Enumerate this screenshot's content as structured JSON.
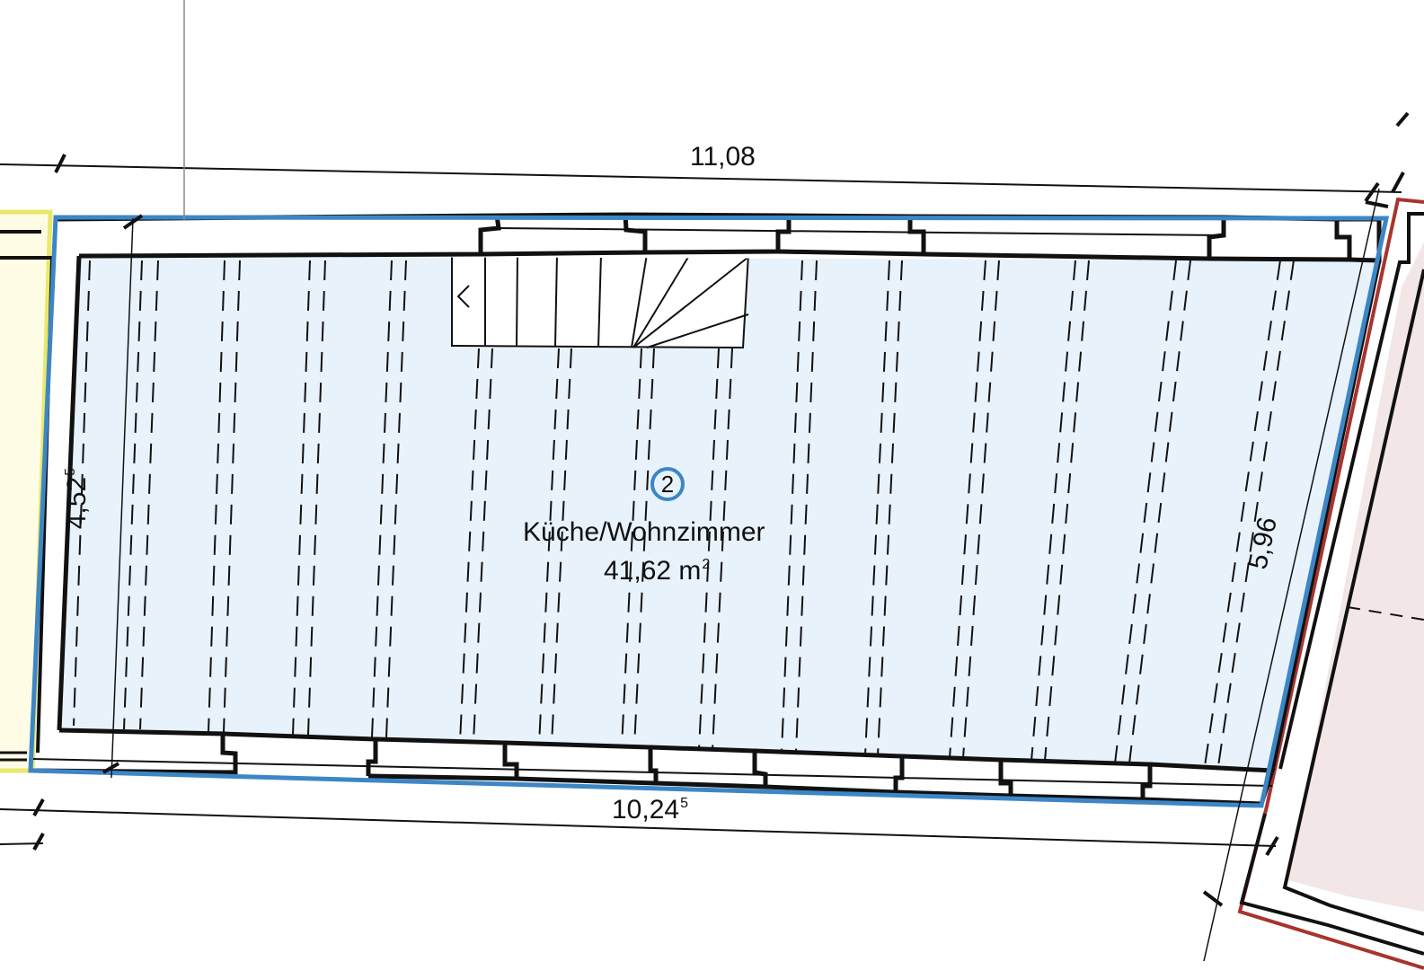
{
  "drawing": {
    "type": "floor-plan",
    "colors": {
      "room_fill": "#e8f2fb",
      "room_outline": "#3d86c6",
      "neighbor_left_fill": "#fffce6",
      "neighbor_left_outline": "#eae86a",
      "neighbor_right_fill": "#f2e6e6",
      "neighbor_right_outline": "#a8332e",
      "wall": "#111111"
    }
  },
  "room": {
    "number": "2",
    "name": "Küche/Wohnzimmer",
    "area_value": "41,62 m",
    "area_unit_sup": "2"
  },
  "dimensions": {
    "top": {
      "value": "11,08",
      "sup": ""
    },
    "bottom": {
      "value": "10,24",
      "sup": "5"
    },
    "left": {
      "value": "4,52",
      "sup": "5"
    },
    "right": {
      "value": "5,96",
      "sup": ""
    }
  },
  "elements": {
    "staircase": "winder-staircase",
    "beams": "dashed-ceiling-beams"
  }
}
